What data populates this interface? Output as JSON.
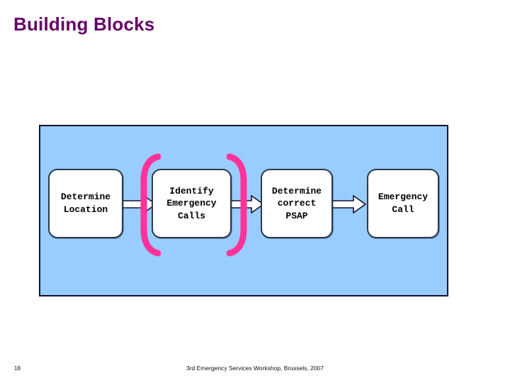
{
  "slide": {
    "title": "Building Blocks",
    "title_color": "#660066",
    "page_number": "18",
    "footer": "3rd  Emergency Services Workshop, Brussels, 2007",
    "background": "#ffffff"
  },
  "diagram": {
    "panel_color": "#99ccff",
    "panel_border_color": "#11112e",
    "box_fill": "#ffffff",
    "box_border_color": "#2b3a4a",
    "arrow_fill": "#ffffff",
    "arrow_stroke": "#11112e",
    "highlight_color": "#ff3399",
    "type": "flowchart",
    "boxes": [
      {
        "id": "determine-location",
        "label": "Determine\nLocation"
      },
      {
        "id": "identify-emergency",
        "label": "Identify\nEmergency\nCalls"
      },
      {
        "id": "determine-psap",
        "label": "Determine\ncorrect\nPSAP"
      },
      {
        "id": "emergency-call",
        "label": "Emergency\nCall"
      }
    ],
    "arrows": [
      {
        "id": "arrow-1",
        "from": "determine-location",
        "to": "identify-emergency"
      },
      {
        "id": "arrow-2",
        "from": "identify-emergency",
        "to": "determine-psap"
      },
      {
        "id": "arrow-3",
        "from": "determine-psap",
        "to": "emergency-call"
      }
    ],
    "highlight": {
      "target": "identify-emergency",
      "shape": "pink-brackets",
      "sides": [
        "left",
        "right"
      ]
    }
  }
}
